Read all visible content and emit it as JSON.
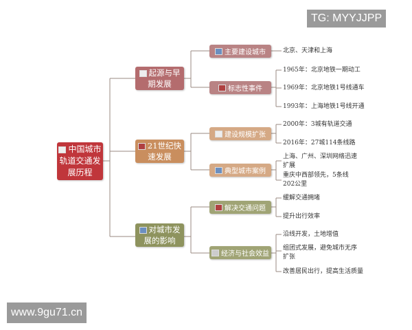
{
  "root": "中国城市轨道交通发展历程",
  "branches": [
    {
      "label": "起源与早期发展",
      "color": "#b46c6e",
      "sub_color": "#c4918e",
      "subs": [
        {
          "label": "主要建设城市",
          "leaves": [
            "北京、天津和上海"
          ]
        },
        {
          "label": "标志性事件",
          "leaves": [
            "1965年：北京地铁一期动工",
            "1969年：北京地铁1号线通车",
            "1993年：上海地铁1号线开通"
          ]
        }
      ]
    },
    {
      "label": "21世纪快速发展",
      "color": "#c98e5e",
      "sub_color": "#d9ae8a",
      "subs": [
        {
          "label": "建设规模扩张",
          "leaves": [
            "2000年：3城有轨道交通",
            "2016年：27城114条线路"
          ]
        },
        {
          "label": "典型城市案例",
          "leaves": [
            "上海、广州、深圳网络迅速扩展",
            "重庆中西部领先，5条线202公里"
          ]
        }
      ]
    },
    {
      "label": "对城市发展的影响",
      "color": "#8e935e",
      "sub_color": "#a8ab80",
      "subs": [
        {
          "label": "解决交通问题",
          "leaves": [
            "缓解交通拥堵",
            "提升出行效率"
          ]
        },
        {
          "label": "经济与社会效益",
          "leaves": [
            "沿线开发，土地增值",
            "组团式发展，避免城市无序扩张",
            "改善居民出行，提高生活质量"
          ]
        }
      ]
    }
  ],
  "watermarks": {
    "top": "TG: MYYJJPP",
    "bottom": "www.9gu71.cn"
  }
}
